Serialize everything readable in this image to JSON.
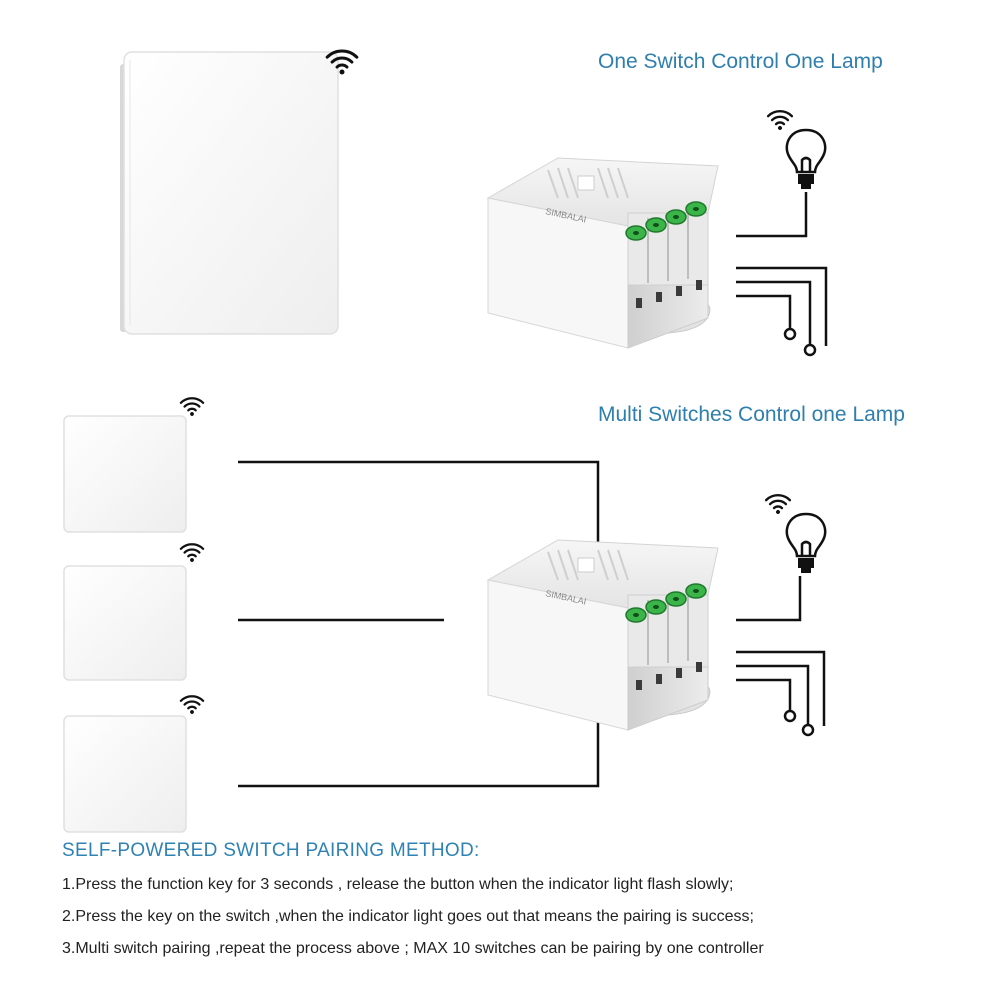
{
  "sections": {
    "one_switch_title": "One Switch Control One Lamp",
    "multi_switch_title": "Multi Switches Control one Lamp"
  },
  "receiver": {
    "brand_label": "SIMBALAI"
  },
  "icons": {
    "signal": "wireless-signal-icon",
    "bulb": "light-bulb-icon"
  },
  "pairing": {
    "title": "SELF-POWERED SWITCH PAIRING METHOD:",
    "steps": [
      "1.Press the function key for 3 seconds , release the button when the indicator light flash slowly;",
      "2.Press the key on the switch ,when the indicator light goes out that means the pairing is success;",
      "3.Multi switch pairing ,repeat the process above ; MAX 10 switches can be pairing by one controller"
    ]
  },
  "colors": {
    "heading_blue": "#2f7fae",
    "terminal_green": "#3bb54a",
    "wire": "#111111"
  }
}
